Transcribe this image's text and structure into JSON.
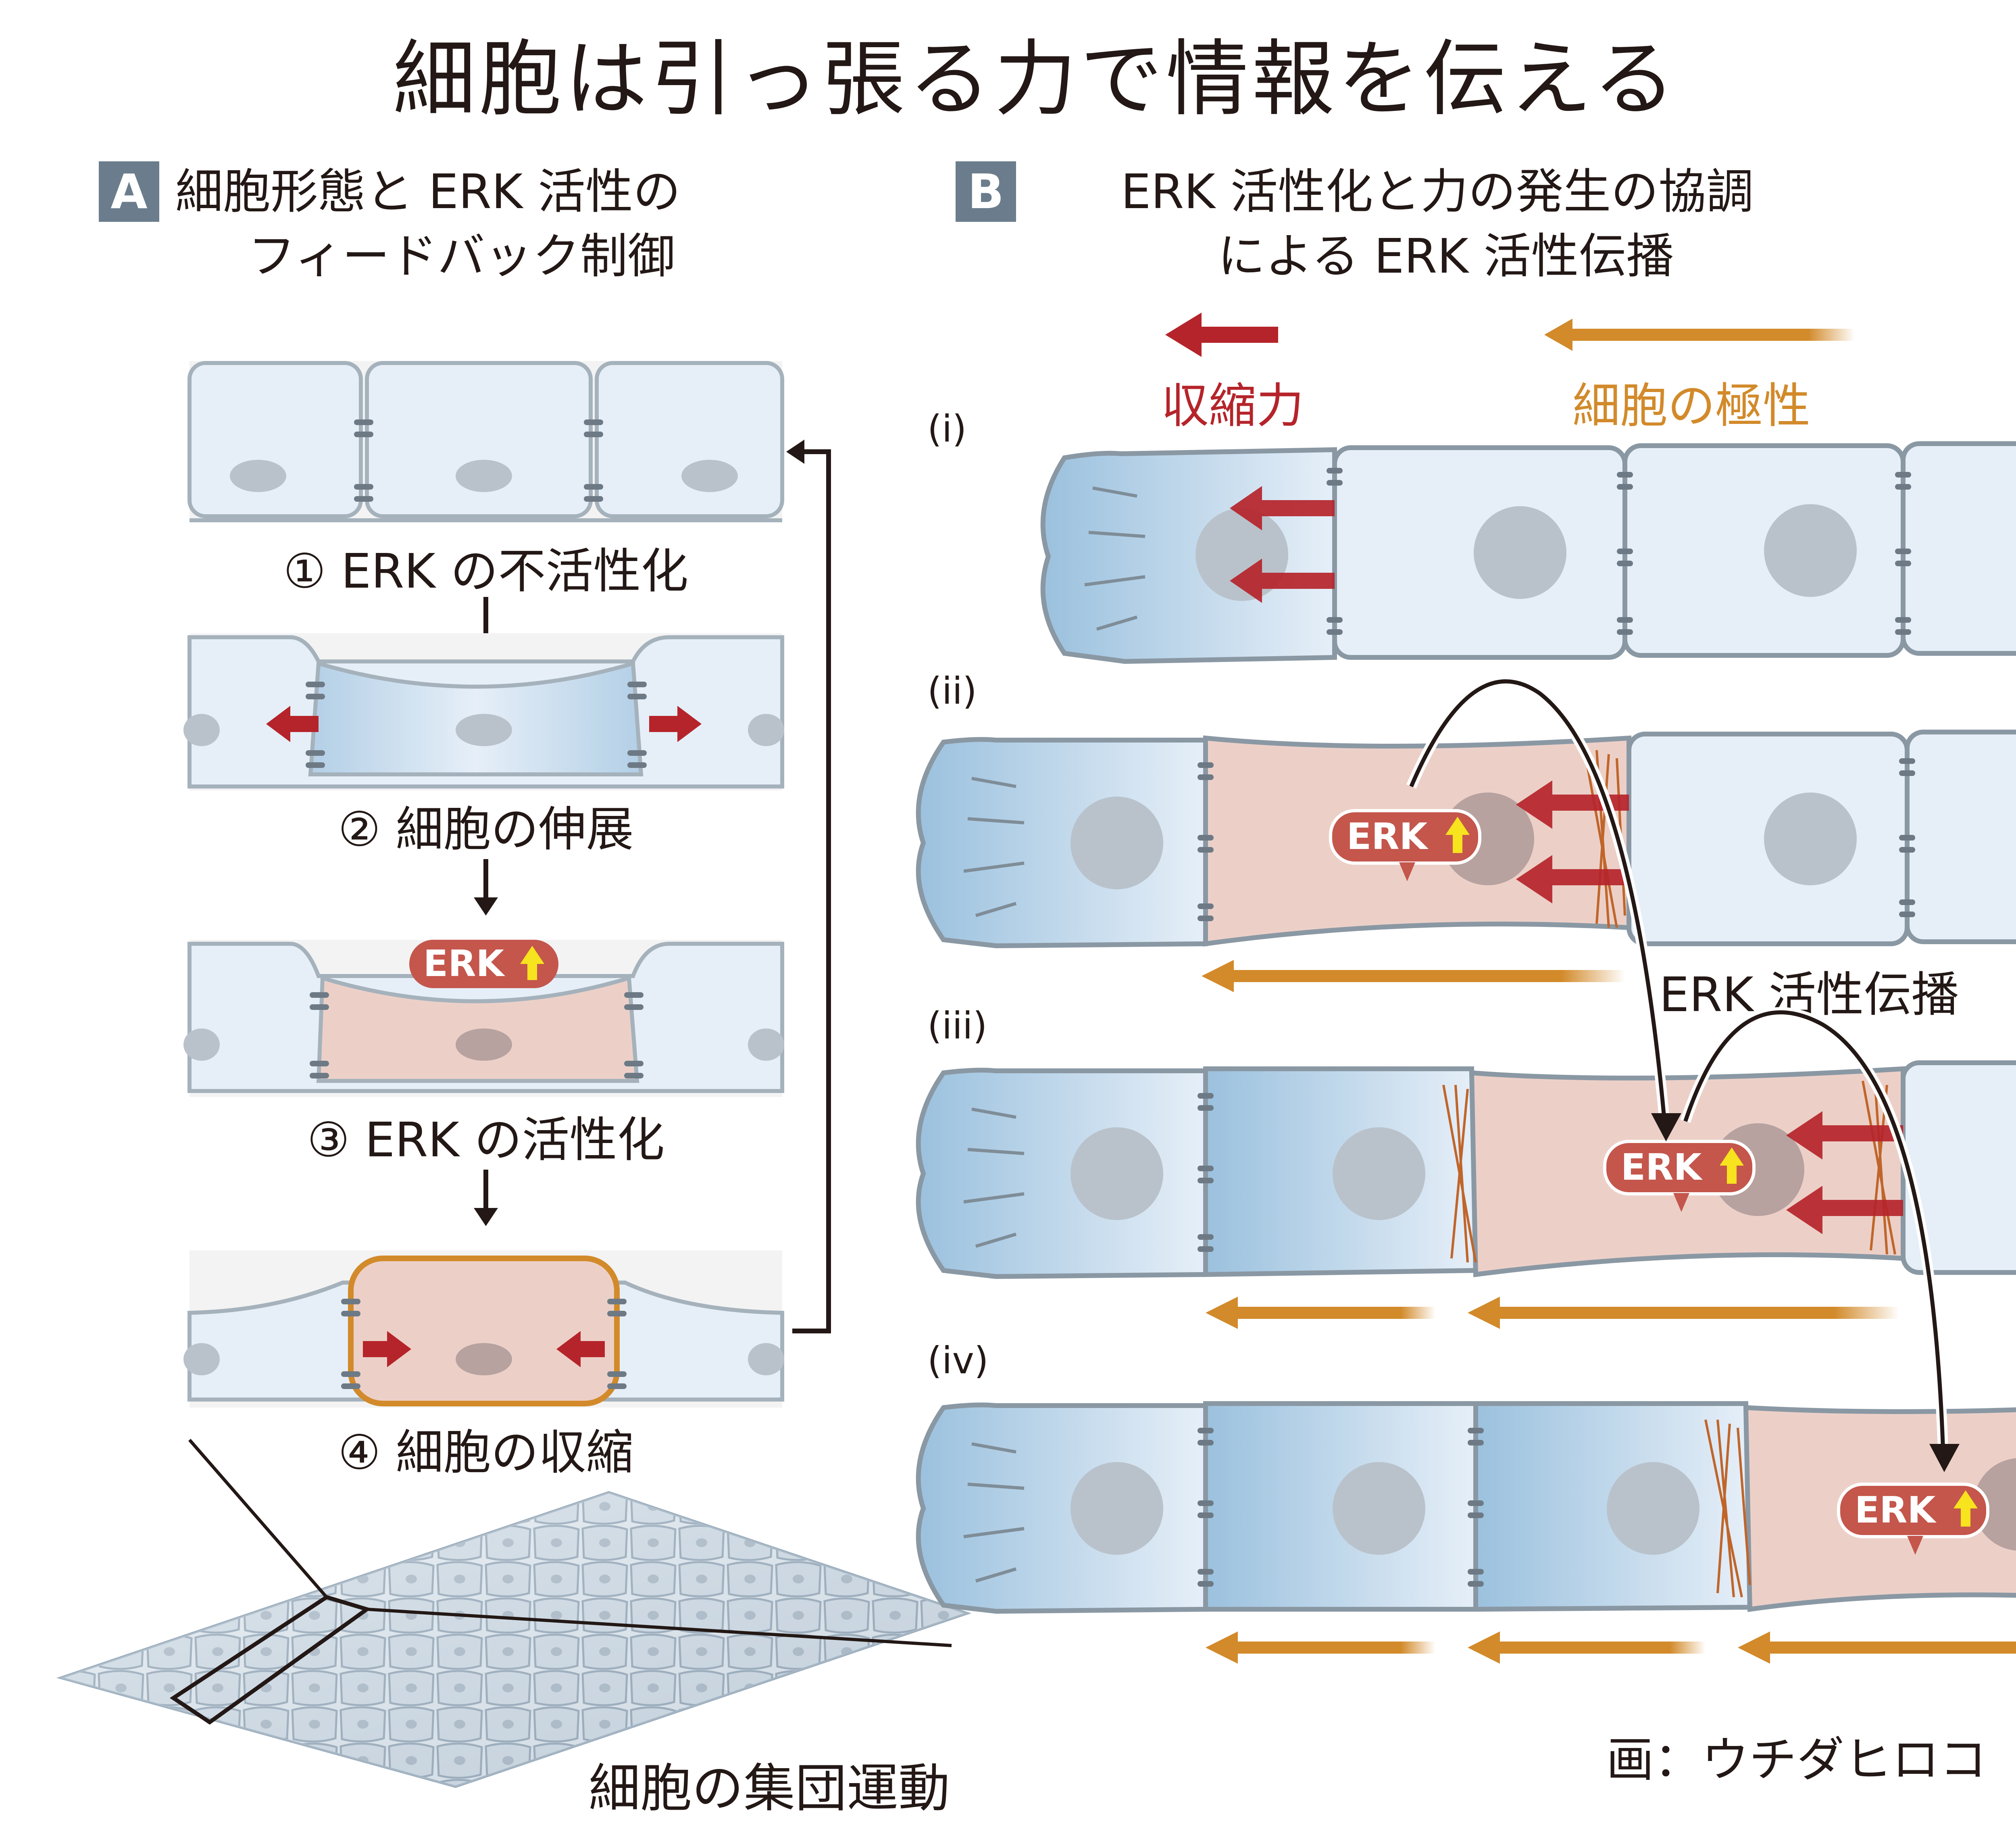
{
  "title": "細胞は引っ張る力で情報を伝える",
  "panel_a": {
    "badge": "A",
    "heading_line1": "細胞形態と ERK 活性の",
    "heading_line2": "フィードバック制御",
    "steps": [
      "① ERK の不活性化",
      "② 細胞の伸展",
      "③ ERK の活性化",
      "④ 細胞の収縮"
    ],
    "erk_badge": "ERK",
    "caption": "細胞の集団運動"
  },
  "panel_b": {
    "badge": "B",
    "heading_line1": "ERK 活性化と力の発生の協調",
    "heading_line2": "による ERK 活性伝播",
    "legend_force": "収縮力",
    "legend_polarity": "細胞の極性",
    "rows": [
      "(i)",
      "(ii)",
      "(iii)",
      "(iv)"
    ],
    "propagation_label": "ERK 活性伝播",
    "erk_badge": "ERK"
  },
  "credit": "画：ウチダヒロコ",
  "colors": {
    "force": "#b5242a",
    "polarity": "#d28a2a",
    "cell_fill": "#e6eff8",
    "cell_stroke": "#7f8d98",
    "nucleus": "#b9c2cb",
    "active_cell": "#ecd0c8",
    "erk_badge": "#c4564c",
    "badge_gray": "#6b7d8c"
  }
}
